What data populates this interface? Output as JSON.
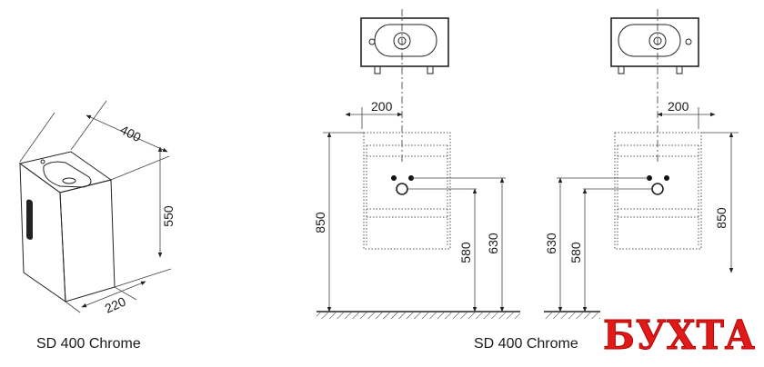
{
  "captions": {
    "left": "SD 400 Chrome",
    "right": "SD 400 Chrome"
  },
  "watermark": "БУХТА",
  "dimensions": {
    "iso_width": "400",
    "iso_height": "550",
    "iso_depth": "220",
    "mid_offset": "200",
    "mid_total_height": "850",
    "mid_drain_height": "580",
    "mid_supply_height": "630",
    "right_offset": "200",
    "right_total_height": "850",
    "right_drain_height": "580",
    "right_supply_height": "630"
  }
}
